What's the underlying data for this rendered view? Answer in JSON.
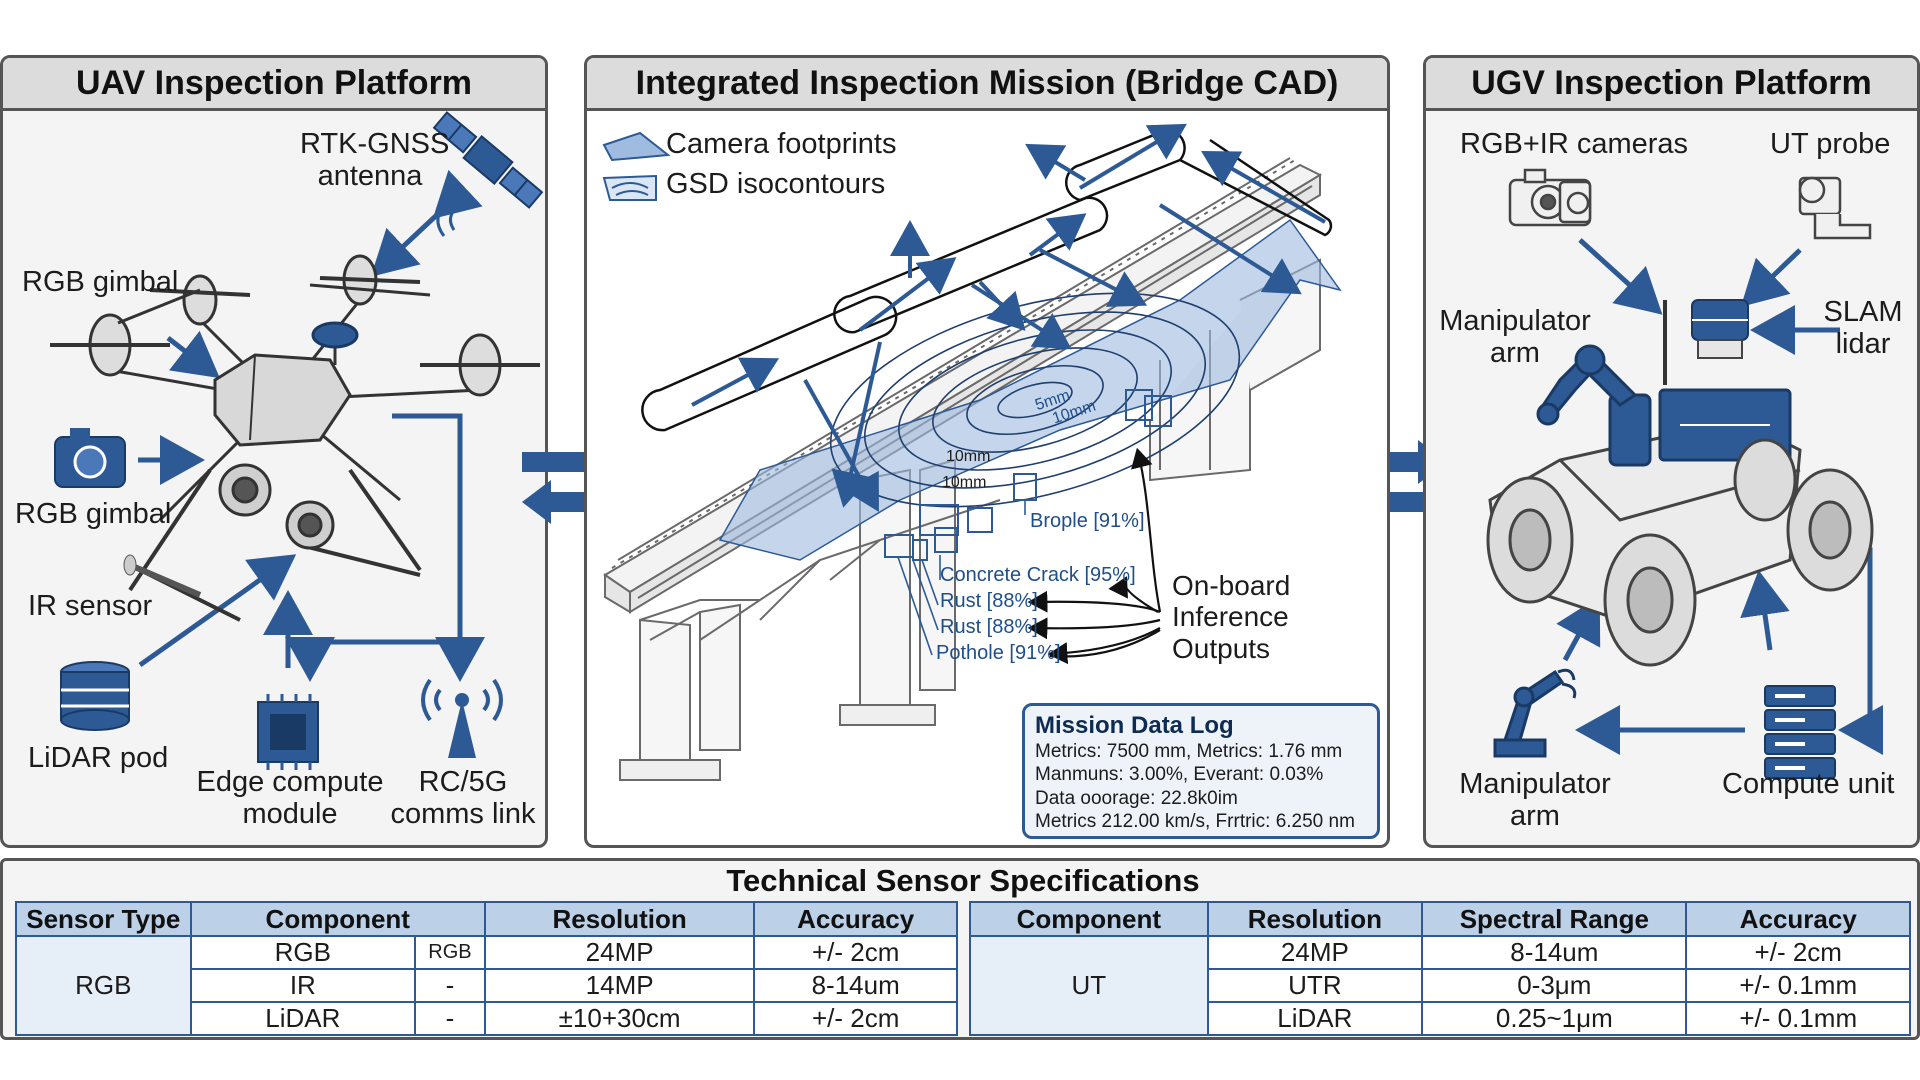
{
  "colors": {
    "accent": "#2d5a95",
    "header_bg": "#dcdcdc",
    "panel_bg": "#f4f4f4",
    "table_header": "#bcd0e8"
  },
  "uav": {
    "title": "UAV Inspection Platform",
    "labels": {
      "rtk": "RTK-GNSS\nantenna",
      "rgb_gimbal_top": "RGB gimbal",
      "rgb_gimbal_left": "RGB gimbal",
      "ir_sensor": "IR sensor",
      "lidar_pod": "LiDAR pod",
      "edge_compute": "Edge compute\nmodule",
      "comms": "RC/5G\ncomms link"
    },
    "icons": [
      "satellite-icon",
      "drone-icon",
      "camera-icon",
      "lidar-pod-icon",
      "chip-icon",
      "antenna-icon"
    ]
  },
  "mission": {
    "title": "Integrated Inspection Mission (Bridge CAD)",
    "legend": {
      "footprints": "Camera footprints",
      "gsd": "GSD isocontours"
    },
    "contours": [
      "5mm",
      "10mm",
      "10mm",
      "10mm"
    ],
    "detections": [
      "Brople [91%]",
      "Concrete Crack [95%]",
      "Rust [88%]",
      "Rust [88%]",
      "Pothole [91%]"
    ],
    "inference_label": "On-board\nInference\nOutputs",
    "log": {
      "title": "Mission Data Log",
      "lines": [
        "Metrics: 7500 mm, Metrics: 1.76 mm",
        "Manmuns: 3.00%, Everant: 0.03%",
        "Data ooorage: 22.8k0im",
        "Metrics 212.00 km/s, Frrtric: 6.250 nm"
      ]
    }
  },
  "ugv": {
    "title": "UGV Inspection Platform",
    "labels": {
      "cameras": "RGB+IR cameras",
      "ut_probe": "UT probe",
      "manip_top": "Manipulator\narm",
      "slam": "SLAM\nlidar",
      "manip_bottom": "Manipulator\narm",
      "compute": "Compute unit"
    },
    "icons": [
      "camera-icon",
      "ut-probe-icon",
      "lidar-icon",
      "robot-arm-icon",
      "server-icon",
      "rover-icon"
    ]
  },
  "specs": {
    "title": "Technical Sensor Specifications",
    "left": {
      "headers": [
        "Sensor Type",
        "Component",
        "Resolution",
        "Accuracy"
      ],
      "group": "RGB",
      "rows": [
        [
          "RGB",
          "RGB",
          "24MP",
          "+/- 2cm"
        ],
        [
          "IR",
          "-",
          "14MP",
          "8-14um"
        ],
        [
          "LiDAR",
          "-",
          "±10+30cm",
          "+/- 2cm"
        ]
      ]
    },
    "right": {
      "headers": [
        "Component",
        "Resolution",
        "Spectral Range",
        "Accuracy"
      ],
      "group": "UT",
      "rows": [
        [
          "24MP",
          "8-14um",
          "+/- 2cm"
        ],
        [
          "UTR",
          "0-3μm",
          "+/- 0.1mm"
        ],
        [
          "LiDAR",
          "0.25~1μm",
          "+/- 0.1mm"
        ]
      ]
    }
  }
}
